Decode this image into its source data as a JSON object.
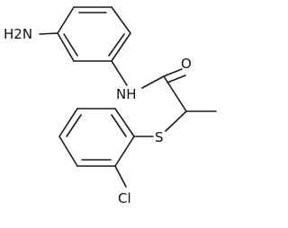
{
  "molecule": {
    "atoms": {
      "amine": "H2N",
      "amide_nh": "NH",
      "carbonyl_o": "O",
      "sulfur": "S",
      "chlorine": "Cl"
    }
  },
  "colors": {
    "bond": "#1a1a1a",
    "label": "#111111",
    "background": "#ffffff"
  }
}
